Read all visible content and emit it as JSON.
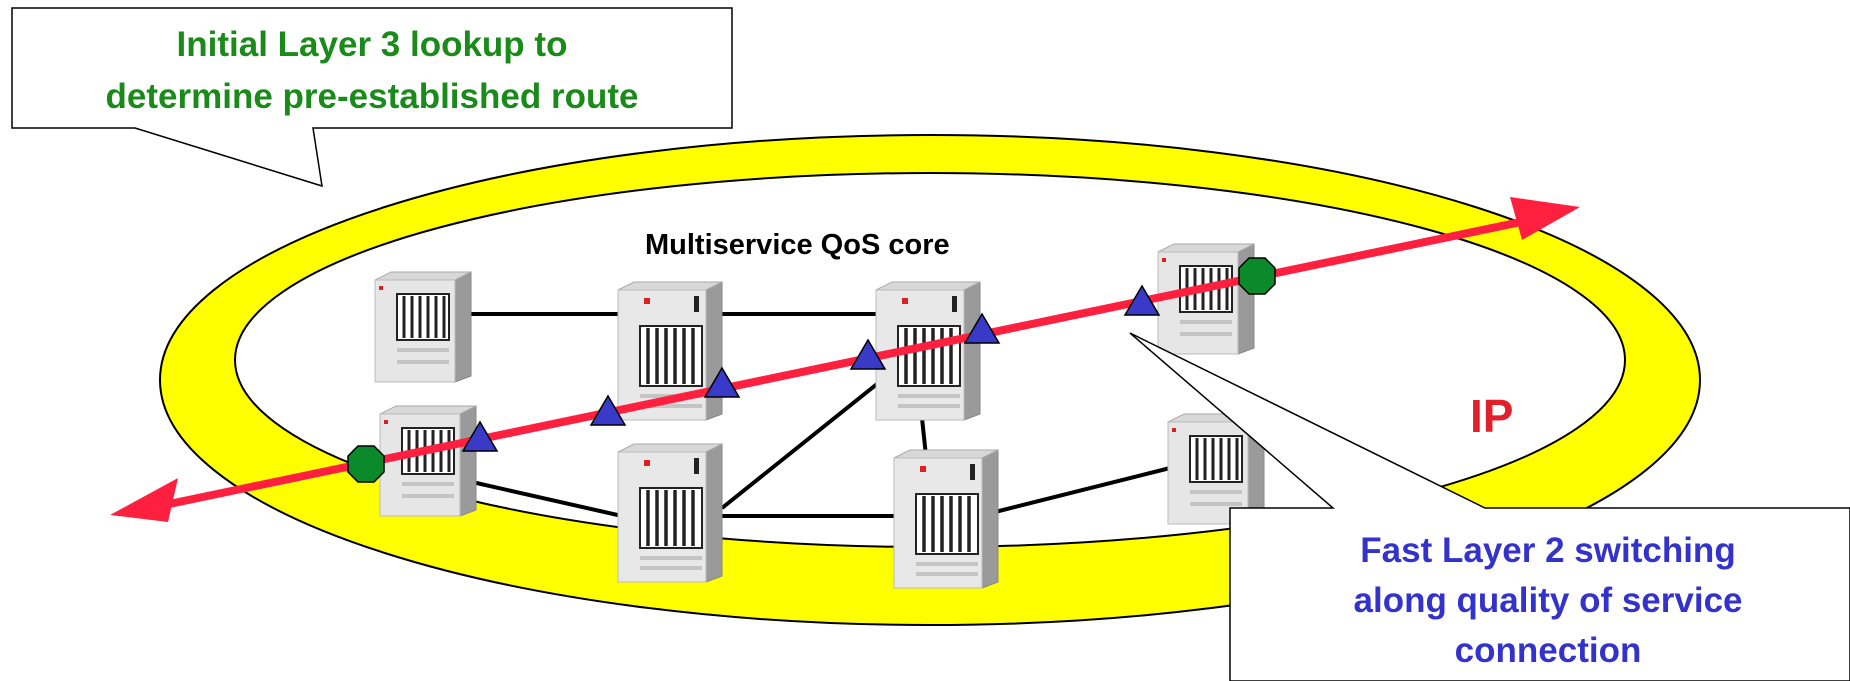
{
  "callout_top": {
    "line1": "Initial Layer 3 lookup to",
    "line2": "determine pre-established route",
    "color": "#1a8a1a"
  },
  "callout_bottom": {
    "line1": "Fast Layer 2 switching",
    "line2": "along quality of service",
    "line3": "connection",
    "color": "#3333cc"
  },
  "core_label": "Multiservice QoS core",
  "ring_label": "IP",
  "colors": {
    "ring_fill": "#ffff00",
    "path_red": "#ff2040",
    "switch_triangle": "#3a3ac8",
    "edge_octagon": "#0a8a2a",
    "ip_text": "#e0202a"
  },
  "nodes": [
    {
      "id": "router-top-left",
      "icon": "server-icon"
    },
    {
      "id": "switch-top-mid-left",
      "icon": "switch-chassis-icon"
    },
    {
      "id": "switch-top-mid",
      "icon": "switch-chassis-icon"
    },
    {
      "id": "router-top-right",
      "icon": "server-icon"
    },
    {
      "id": "router-bottom-left",
      "icon": "server-icon"
    },
    {
      "id": "switch-bottom-mid-left",
      "icon": "switch-chassis-icon"
    },
    {
      "id": "switch-bottom-mid",
      "icon": "switch-chassis-icon"
    },
    {
      "id": "router-bottom-right",
      "icon": "server-icon"
    }
  ]
}
